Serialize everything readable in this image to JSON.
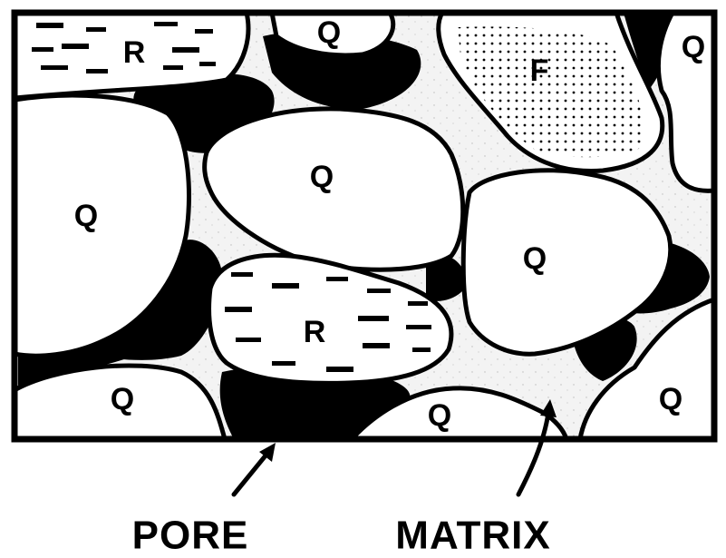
{
  "colors": {
    "background": "#ffffff",
    "ink": "#000000",
    "matrix_fill": "#f3f3f3",
    "grain_fill": "#ffffff"
  },
  "grains": [
    {
      "type": "rock-fragment",
      "label": "R"
    },
    {
      "type": "quartz",
      "label": "Q"
    },
    {
      "type": "feldspar",
      "label": "F"
    },
    {
      "type": "quartz",
      "label": "Q"
    },
    {
      "type": "quartz",
      "label": "Q"
    },
    {
      "type": "quartz",
      "label": "Q"
    },
    {
      "type": "quartz",
      "label": "Q"
    },
    {
      "type": "rock-fragment",
      "label": "R"
    },
    {
      "type": "quartz",
      "label": "Q"
    },
    {
      "type": "quartz",
      "label": "Q"
    },
    {
      "type": "quartz",
      "label": "Q"
    }
  ],
  "callouts": {
    "pore": "PORE",
    "matrix": "MATRIX"
  }
}
